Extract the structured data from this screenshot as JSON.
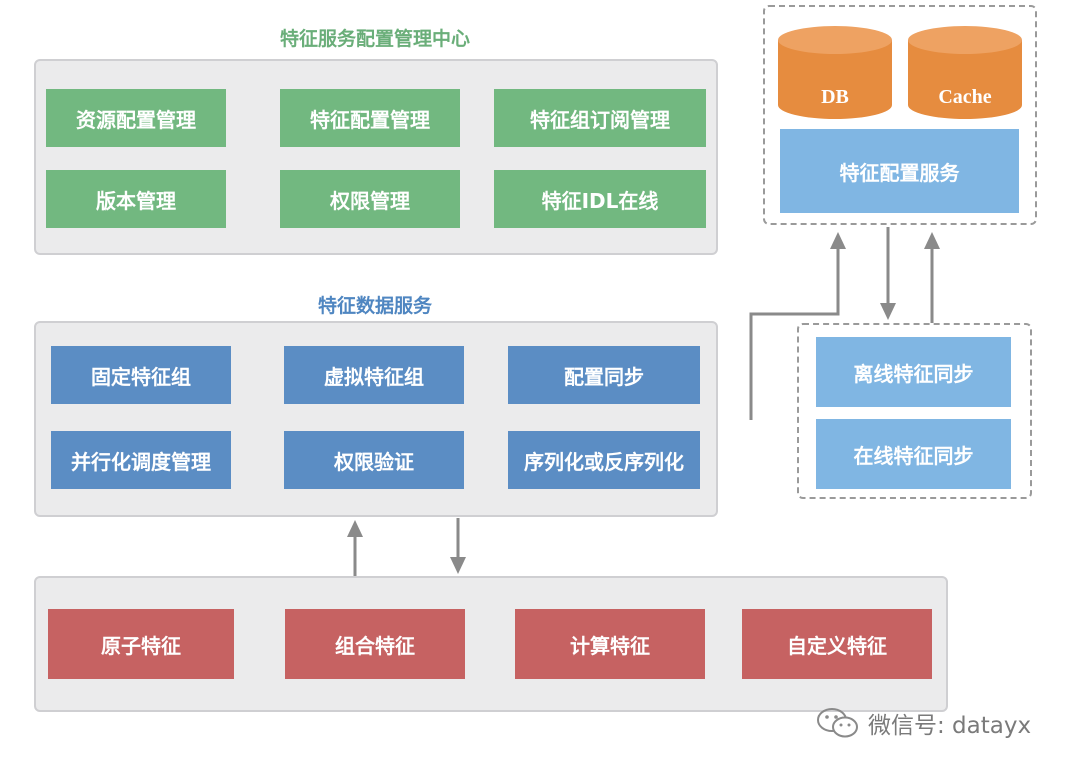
{
  "config_center": {
    "title": "特征服务配置管理中心",
    "items": [
      "资源配置管理",
      "特征配置管理",
      "特征组订阅管理",
      "版本管理",
      "权限管理",
      "特征IDL在线"
    ]
  },
  "data_service": {
    "title": "特征数据服务",
    "items": [
      "固定特征组",
      "虚拟特征组",
      "配置同步",
      "并行化调度管理",
      "权限验证",
      "序列化或反序列化"
    ]
  },
  "features": {
    "items": [
      "原子特征",
      "组合特征",
      "计算特征",
      "自定义特征"
    ]
  },
  "storage": {
    "db": "DB",
    "cache": "Cache",
    "service": "特征配置服务"
  },
  "sync": {
    "items": [
      "离线特征同步",
      "在线特征同步"
    ]
  },
  "watermark": {
    "text": "微信号: datayx"
  },
  "colors": {
    "green": "#72b880",
    "blue": "#5b8dc4",
    "light_blue": "#80b6e3",
    "red": "#c66262",
    "orange": "#e68c3f"
  }
}
